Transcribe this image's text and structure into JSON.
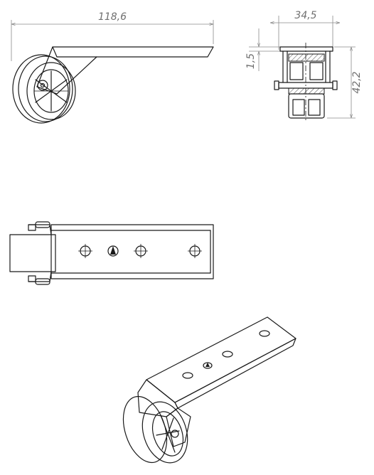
{
  "dimensions": {
    "overall_length": "118,6",
    "width": "34,5",
    "plate_thickness": "1,5",
    "height": "42,2"
  }
}
